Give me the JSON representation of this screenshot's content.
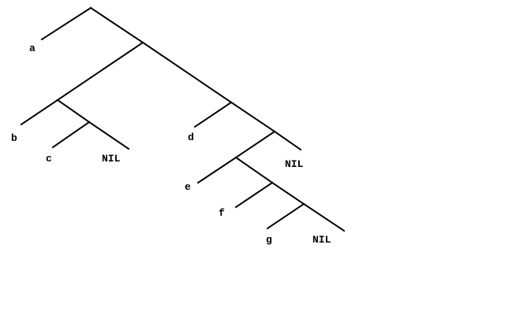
{
  "diagram": {
    "type": "binary-tree (cons cell list structure)",
    "line_color": "#000000",
    "background": "#ffffff",
    "leaves": {
      "a": "a",
      "b": "b",
      "c": "c",
      "nil_1": "NIL",
      "d": "d",
      "e": "e",
      "f": "f",
      "g": "g",
      "nil_2": "NIL",
      "nil_3": "NIL"
    }
  }
}
